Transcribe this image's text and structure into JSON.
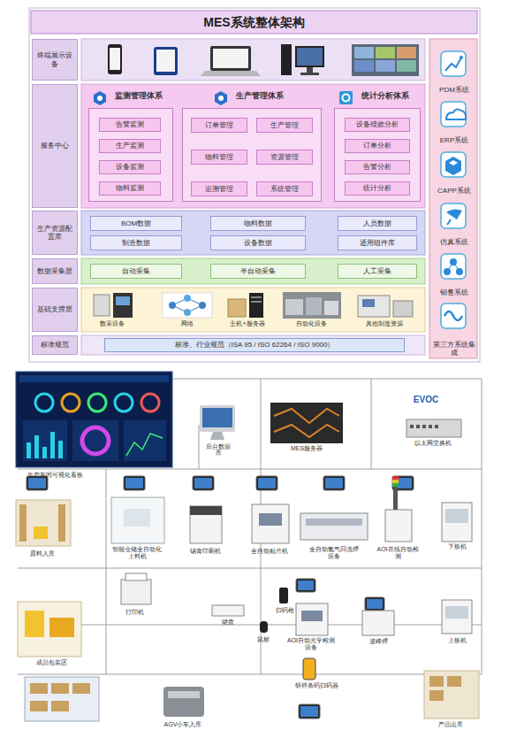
{
  "diagram": {
    "title": "MES系统整体架构",
    "nodes": [
      {
        "text": [
          "终端展示设备"
        ]
      },
      {
        "text": [
          "服务中心"
        ]
      },
      {
        "text": [
          "监测管理体系"
        ]
      },
      {
        "text": [
          "告警监测"
        ],
        "in": 2
      },
      {
        "text": [
          "生产监测"
        ],
        "in": 2
      },
      {
        "text": [
          "设备监测"
        ],
        "in": 2
      },
      {
        "text": [
          "物料监测"
        ],
        "in": 2
      },
      {
        "text": [
          "生产管理体系"
        ]
      },
      {
        "text": [
          "订单管理"
        ],
        "in": 7
      },
      {
        "text": [
          "生产管理"
        ],
        "in": 7
      },
      {
        "text": [
          "物料管理"
        ],
        "in": 7
      },
      {
        "text": [
          "资源管理"
        ],
        "in": 7
      },
      {
        "text": [
          "追溯管理"
        ],
        "in": 7
      },
      {
        "text": [
          "系统管理"
        ],
        "in": 7
      },
      {
        "text": [
          "统计分析体系"
        ]
      },
      {
        "text": [
          "设备绩效分析"
        ],
        "in": 14
      },
      {
        "text": [
          "订单分析"
        ],
        "in": 14
      },
      {
        "text": [
          "告警分析"
        ],
        "in": 14
      },
      {
        "text": [
          "统计分析"
        ],
        "in": 14
      },
      {
        "text": [
          "生产资源配置库"
        ]
      },
      {
        "text": [
          "BOM数据"
        ]
      },
      {
        "text": [
          "物料数据"
        ]
      },
      {
        "text": [
          "人员数据"
        ]
      },
      {
        "text": [
          "制造数据"
        ]
      },
      {
        "text": [
          "设备数据"
        ]
      },
      {
        "text": [
          "通用组件库"
        ]
      },
      {
        "text": [
          "数据采集层"
        ]
      },
      {
        "text": [
          "自动采集"
        ]
      },
      {
        "text": [
          "半自动采集"
        ]
      },
      {
        "text": [
          "人工采集"
        ]
      },
      {
        "text": [
          "基础支撑层"
        ]
      },
      {
        "text": [
          "标准规范"
        ]
      },
      {
        "text": [
          "标准、行业规范（ISA 95 / ISO 62264 / ISO 9000）"
        ]
      },
      {
        "text": [
          "PDM系统"
        ]
      },
      {
        "text": [
          "ERP系统"
        ]
      },
      {
        "text": [
          "CAPP系统"
        ]
      },
      {
        "text": [
          "仿真系统"
        ]
      },
      {
        "text": [
          "销售系统"
        ]
      },
      {
        "text": [
          "第三方系统集成"
        ]
      }
    ],
    "labels": [
      "数采设备",
      "网络",
      "主机+服务器",
      "自动化设备",
      "其他制造资源",
      "生产车间可视化看板",
      "后台数据库",
      "MES服务器",
      "EVOC",
      "以太网交换机",
      "原料入库",
      "智能仓储全自动化上料机",
      "锡膏印刷机",
      "全自动贴片机",
      "全自动氮气回流焊设备",
      "AOI在线自动检测",
      "下板机",
      "打印机",
      "键盘",
      "扫码枪",
      "鼠标",
      "AOI自动光学检测设备",
      "波峰焊",
      "上板机",
      "成品包装区",
      "研祥条码扫码器",
      "AGV小车入库",
      "产品出库"
    ]
  }
}
